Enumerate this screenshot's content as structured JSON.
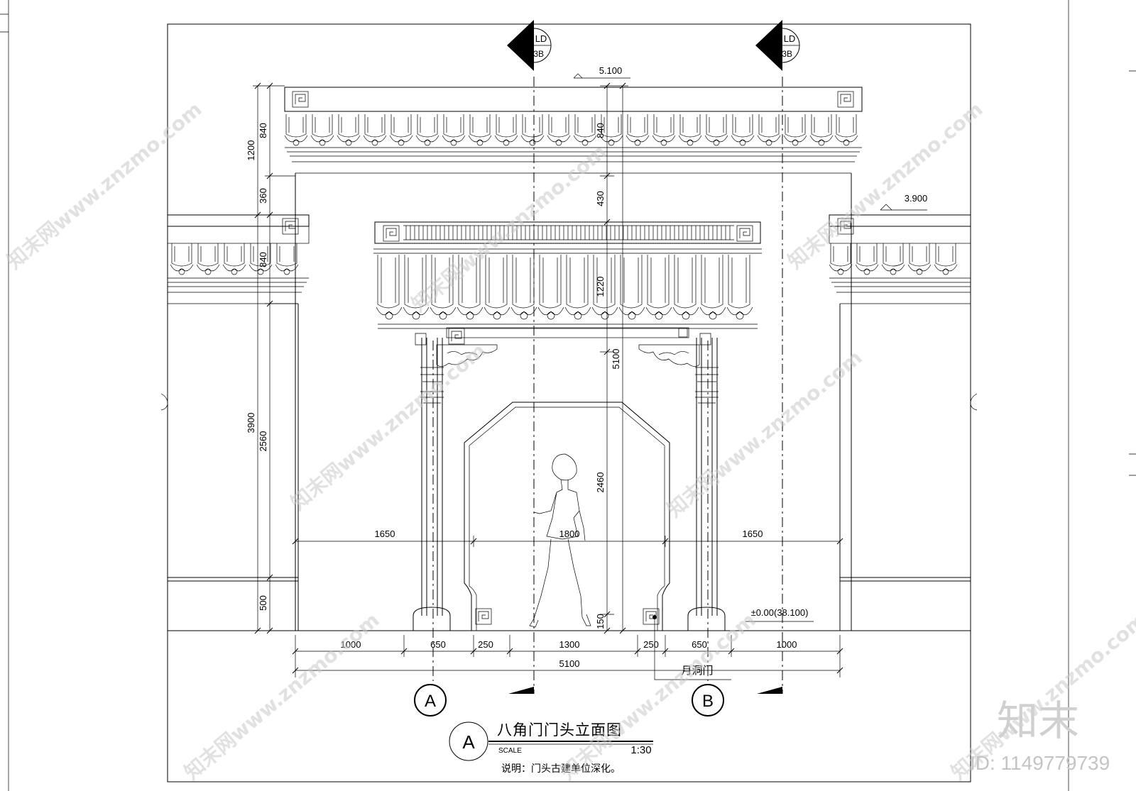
{
  "drawing": {
    "title": "八角门门头立面图",
    "scale_label": "SCALE",
    "scale_value": "1:30",
    "title_tag": "A",
    "note": "说明：门头古建单位深化。",
    "callout": "月洞门"
  },
  "section_markers": [
    {
      "letter": "B",
      "code": "LD",
      "sheet": "603B"
    },
    {
      "letter": "A",
      "code": "LD",
      "sheet": "603B"
    }
  ],
  "axis_labels": [
    "A",
    "B"
  ],
  "levels": {
    "top": "5.100",
    "wall": "3.900",
    "ground": "±0.00(38.100)"
  },
  "dimensions": {
    "bottom_row": [
      "1000",
      "650",
      "250",
      "1300",
      "250",
      "650",
      "1000"
    ],
    "bottom_total": "5100",
    "middle_row": [
      "1650",
      "1800",
      "1650"
    ],
    "left_outer": [
      "1200",
      "3900"
    ],
    "left_inner": [
      "840",
      "360",
      "840",
      "2560",
      "500"
    ],
    "center_col": [
      "840",
      "430",
      "1220",
      "2460",
      "150"
    ],
    "center_total": "5100"
  },
  "branding": {
    "logo": "知末",
    "id_text": "ID: 1149779739",
    "watermark": "知末网www.znzmo.com"
  }
}
